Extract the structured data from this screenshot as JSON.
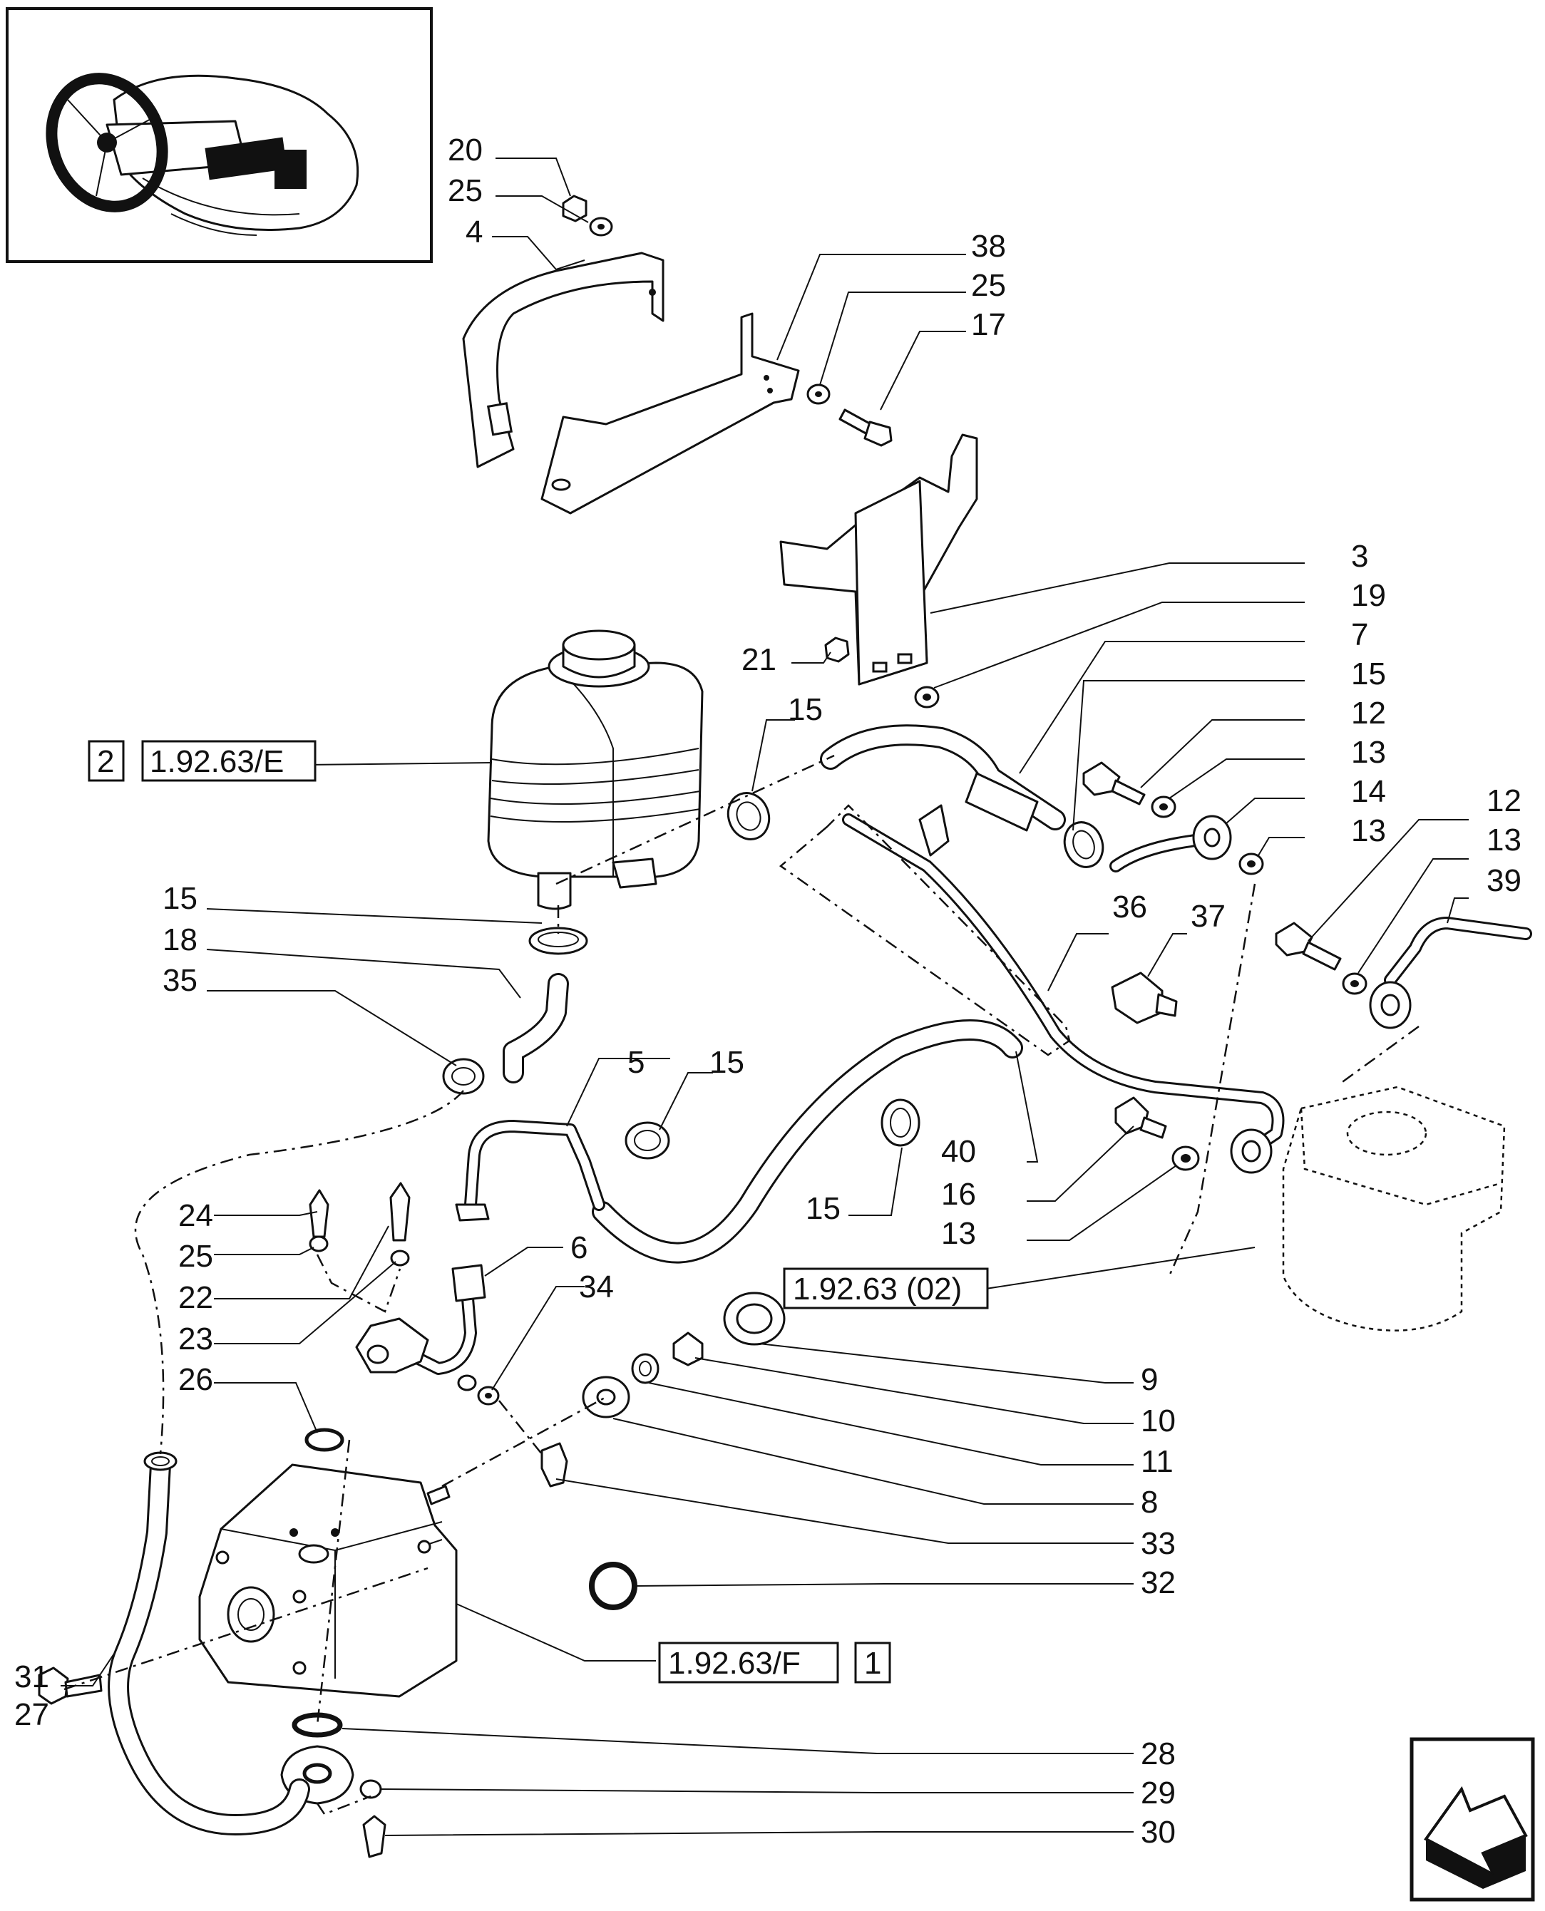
{
  "callouts": [
    "20",
    "25",
    "4",
    "38",
    "25",
    "17",
    "3",
    "19",
    "21",
    "7",
    "15",
    "15",
    "12",
    "13",
    "14",
    "13",
    "12",
    "13",
    "39",
    "15",
    "18",
    "35",
    "36",
    "37",
    "5",
    "15",
    "40",
    "16",
    "13",
    "15",
    "24",
    "25",
    "22",
    "23",
    "6",
    "34",
    "26",
    "9",
    "10",
    "11",
    "8",
    "33",
    "32",
    "31",
    "27",
    "28",
    "29",
    "30"
  ],
  "references": {
    "tank_ref_number": "2",
    "tank_ref_code": "1.92.63/E",
    "steering_ref_code": "1.92.63 (02)",
    "pump_ref_code": "1.92.63/F",
    "pump_ref_number": "1"
  },
  "icons": {
    "overview": "tractor-steering-overview-icon",
    "navigation": "previous-page-arrow-icon"
  }
}
